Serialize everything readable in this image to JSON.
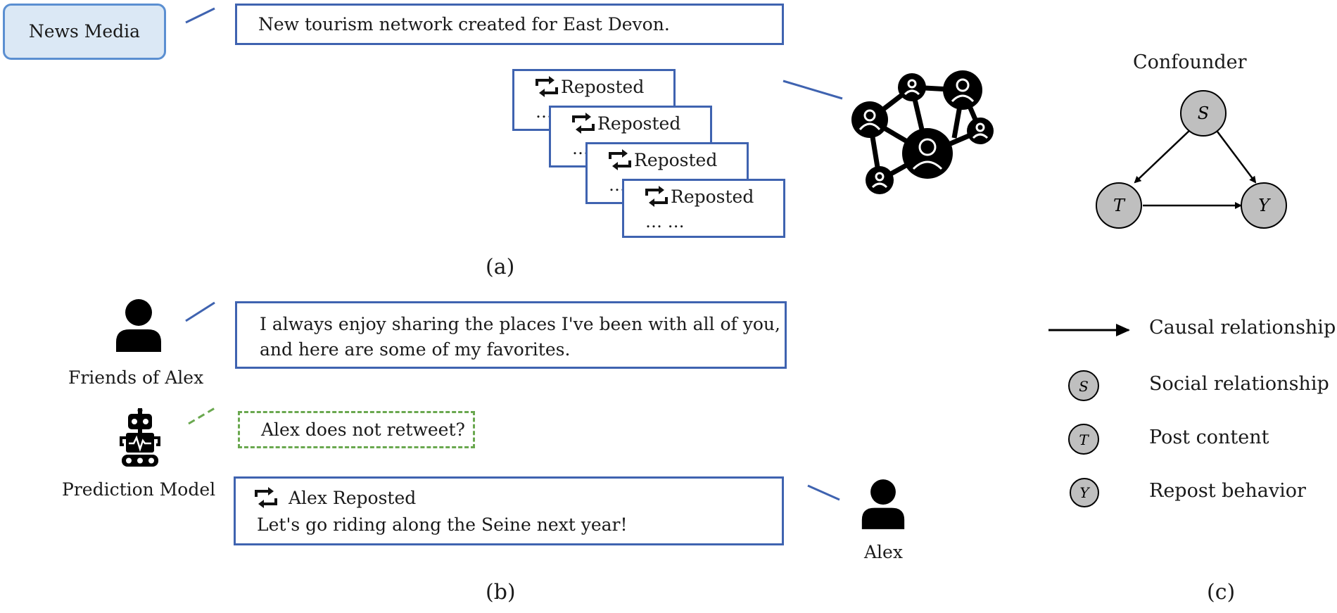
{
  "panel_a": {
    "source_label": "News Media",
    "post_text": "New tourism network created for East Devon.",
    "reposts": [
      {
        "label": "Reposted",
        "dots": "… …"
      },
      {
        "label": "Reposted",
        "dots": "… …"
      },
      {
        "label": "Reposted",
        "dots": "… …"
      },
      {
        "label": "Reposted",
        "dots": "… …"
      }
    ],
    "caption": "(a)"
  },
  "panel_b": {
    "friend_label": "Friends of Alex",
    "friend_post_line1": "I always enjoy sharing the places I've been with all of you,",
    "friend_post_line2": "and here are some of my favorites.",
    "model_label": "Prediction Model",
    "prediction_text": "Alex does not retweet?",
    "alex_repost_header": "Alex Reposted",
    "alex_repost_text": "Let's go riding along the Seine next year!",
    "alex_label": "Alex",
    "caption": "(b)"
  },
  "panel_c": {
    "title": "Confounder",
    "nodes": {
      "s": "S",
      "t": "T",
      "y": "Y"
    },
    "legend": [
      {
        "symbol": "",
        "text": "Causal relationship"
      },
      {
        "symbol": "S",
        "text": "Social relationship"
      },
      {
        "symbol": "T",
        "text": "Post content"
      },
      {
        "symbol": "Y",
        "text": "Repost behavior"
      }
    ],
    "caption": "(c)"
  },
  "colors": {
    "box_border": "#3f63b0",
    "dashed_border": "#6aa84f",
    "news_media_fill": "#dbe8f5",
    "node_fill": "#bfbfbf",
    "icon": "#000000"
  },
  "icons": [
    "repost-icon",
    "social-network-icon",
    "person-icon",
    "robot-icon"
  ]
}
